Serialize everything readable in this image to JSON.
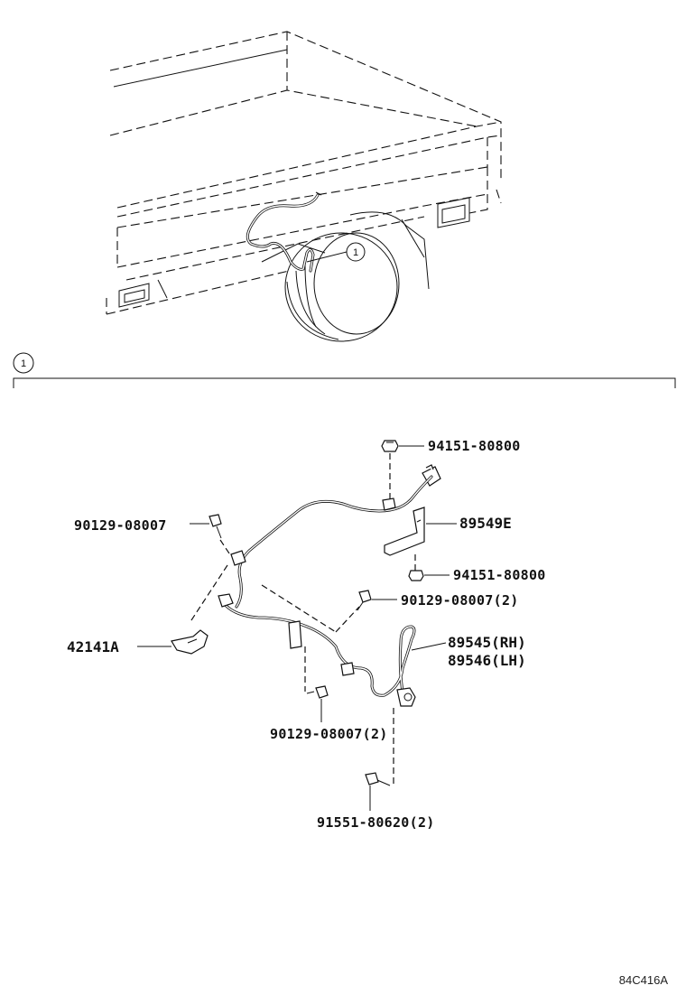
{
  "diagram": {
    "callout_top": "1",
    "section_marker": "1",
    "parts": {
      "nut_top": "94151-80800",
      "bracket": "89549E",
      "nut_lower": "94151-80800",
      "bolt_left": "90129-08007",
      "bolt_mid": "90129-08007(2)",
      "sensor_rh": "89545(RH)",
      "sensor_lh": "89546(LH)",
      "axle": "42141A",
      "bolt_bottom": "90129-08007(2)",
      "bolt_lowest": "91551-80620(2)"
    },
    "figure_code": "84C416A"
  }
}
